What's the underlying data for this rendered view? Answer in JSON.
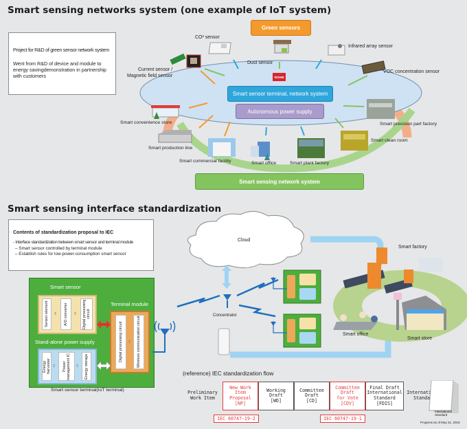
{
  "section1": {
    "title": "Smart sensing networks system (one example of IoT system)",
    "info": {
      "line1": "Project for R&D of green sensor network system",
      "line2": "Went from R&D of device and module to energy savingdemonstration in partnership with customers"
    },
    "green_sensors_label": "Green sensors",
    "sensors": {
      "co2": "CO² sensor",
      "dust": "Dust sensor",
      "infrared": "Infrared array sensor",
      "voc": "VOC concentration sensor",
      "current": "Current sensor /\nMagnetic field sensor"
    },
    "center": {
      "logo": "ROHM",
      "terminal": "Smart sensor terminal, network system",
      "power": "Autonomous power supply"
    },
    "facilities": {
      "convenience": "Smart convenience store",
      "production": "Smart production line",
      "commercial": "Smart commercial facility",
      "office": "Smart office",
      "plant": "Smart plant factory",
      "clean_room": "Smart clean room",
      "precision": "Smart precision part factory"
    },
    "network_label": "Smart sensing network system"
  },
  "section2": {
    "title": "Smart sensing interface standardization",
    "info": {
      "heading": "Contents of standardization proposal to IEC",
      "bullet": "- Interface standardization between smart sensor and terminal module",
      "sub1": "– Smart sensor controlled by terminal module",
      "sub2": "– Establish rules for low-power-consumption smart sensor"
    },
    "terminal": {
      "smart_sensor": "Smart sensor",
      "sensor_blocks": [
        "Sensor element",
        "A/D converter",
        "Digital processing circuit"
      ],
      "power_supply": "Stand-alone power supply",
      "power_blocks": [
        "Energy harvester",
        "Power management IC",
        "Energy storage"
      ],
      "terminal_module": "Terminal module",
      "module_blocks": [
        "Digital processing circuit",
        "Wireless communication circuit"
      ],
      "caption": "Smart sensor terminal(IoT terminal)"
    },
    "network": {
      "cloud": "Cloud",
      "concentrator": "Concentrator",
      "smart_factory": "Smart factory",
      "smart_office": "Smart office",
      "smart_store": "Smart store"
    },
    "flow": {
      "title": "(reference) IEC standardization flow",
      "stages": [
        {
          "label": "Preliminary\nWork Item",
          "highlight": false,
          "boxed": false
        },
        {
          "label": "New Work\nItem\nProposal\n[NP]",
          "highlight": true,
          "boxed": true
        },
        {
          "label": "Working\nDraft\n[WD]",
          "highlight": false,
          "boxed": true
        },
        {
          "label": "Committee\nDraft\n[CD]",
          "highlight": false,
          "boxed": true
        },
        {
          "label": "Committee\nDraft\nfor Vote\n[CDV]",
          "highlight": true,
          "boxed": true
        },
        {
          "label": "Final Draft\nInternational\nStandard\n[FDIS]",
          "highlight": false,
          "boxed": true
        },
        {
          "label": "International\nStandard",
          "highlight": false,
          "boxed": false
        }
      ],
      "iec_np": "IEC 60747-19-2",
      "iec_cdv": "IEC 60747-19-1",
      "book_label": "International Standard",
      "progress": "Progress as of May 31, 2019"
    }
  },
  "colors": {
    "orange": "#f39a2c",
    "green": "#84c45f",
    "blue": "#2fa6dc",
    "purple": "#a99bcb",
    "red": "#e43b3b",
    "ring_orange": "#f2ae8a",
    "ring_green": "#a8d58b"
  }
}
